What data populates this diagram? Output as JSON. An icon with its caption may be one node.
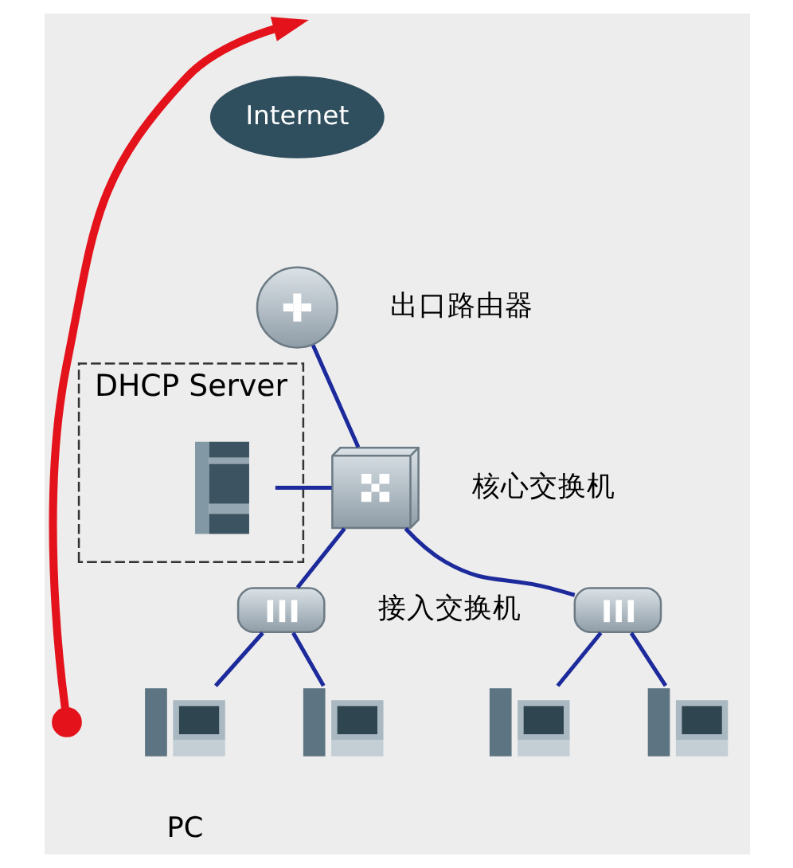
{
  "diagram": {
    "nodes": [
      {
        "text": [
          "Internet"
        ]
      },
      {
        "text": [],
        "shape": "picture",
        "beside": [
          "出口路由器"
        ]
      },
      {
        "text": [
          "DHCP Server"
        ]
      },
      {
        "text": [],
        "shape": "picture",
        "in": 2
      },
      {
        "text": [],
        "shape": "picture",
        "beside": [
          "核心交换机"
        ]
      },
      {
        "text": [],
        "shape": "picture",
        "beside": [
          "接入交换机"
        ]
      },
      {
        "text": [],
        "shape": "picture"
      },
      {
        "text": [],
        "shape": "picture",
        "beside": [
          "PC"
        ]
      },
      {
        "text": [],
        "shape": "picture"
      },
      {
        "text": [],
        "shape": "picture"
      },
      {
        "text": [],
        "shape": "picture"
      },
      {
        "text": [],
        "shape": "circle"
      }
    ],
    "edges": [
      {
        "from": 1,
        "to": 4,
        "arrow": "none"
      },
      {
        "from": 3,
        "to": 4,
        "arrow": "none"
      },
      {
        "from": 4,
        "to": 5,
        "arrow": "none"
      },
      {
        "from": 4,
        "to": 6,
        "arrow": "none"
      },
      {
        "from": 5,
        "to": 7,
        "arrow": "none"
      },
      {
        "from": 5,
        "to": 8,
        "arrow": "none"
      },
      {
        "from": 6,
        "to": 9,
        "arrow": "none"
      },
      {
        "from": 6,
        "to": 10,
        "arrow": "none"
      },
      {
        "from": 11,
        "to": null,
        "arrow": "to",
        "style": "thick",
        "color": "#e3121b"
      }
    ]
  }
}
